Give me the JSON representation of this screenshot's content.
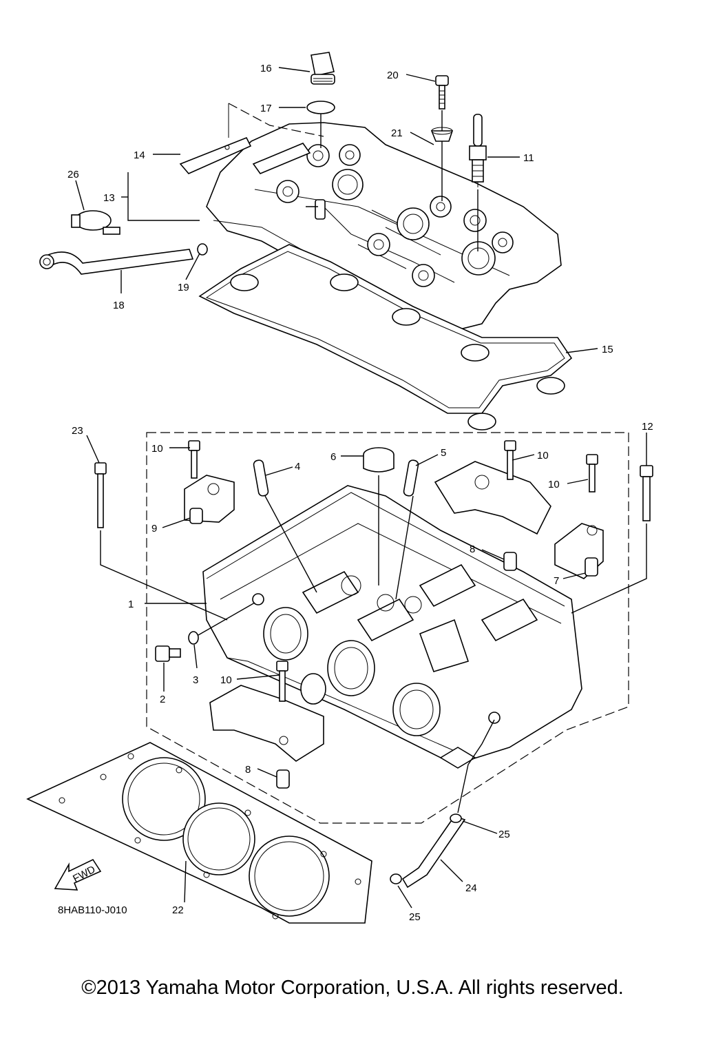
{
  "diagram_code": "8HAB110-J010",
  "fwd_label": "FWD",
  "copyright": "©2013 Yamaha Motor Corporation, U.S.A. All rights reserved.",
  "callouts": {
    "c1": "1",
    "c2": "2",
    "c3": "3",
    "c4": "4",
    "c5": "5",
    "c6": "6",
    "c7": "7",
    "c8a": "8",
    "c8b": "8",
    "c9": "9",
    "c10a": "10",
    "c10b": "10",
    "c10c": "10",
    "c10d": "10",
    "c11": "11",
    "c12": "12",
    "c13": "13",
    "c14": "14",
    "c15": "15",
    "c16": "16",
    "c17": "17",
    "c18": "18",
    "c19": "19",
    "c20": "20",
    "c21": "21",
    "c22": "22",
    "c23": "23",
    "c24": "24",
    "c25a": "25",
    "c25b": "25",
    "c26": "26"
  }
}
